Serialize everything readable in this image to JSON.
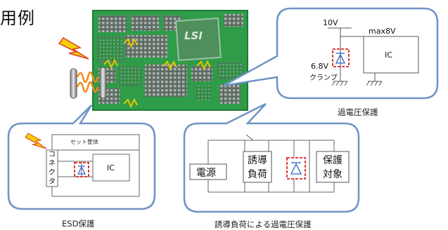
{
  "title": "用例",
  "pcb": {
    "chip_label": "LSI"
  },
  "overvoltage": {
    "supply": "10V",
    "ic_rating": "max8V",
    "ic": "IC",
    "clamp_voltage": "6.8V",
    "clamp_label": "クランプ",
    "caption": "過電圧保護"
  },
  "esd": {
    "chassis_label": "セット筐体",
    "connector": "コネクタ",
    "ic": "IC",
    "caption": "ESD保護"
  },
  "inductive": {
    "power": "電源",
    "load_line1": "誘導",
    "load_line2": "負荷",
    "target_line1": "保護",
    "target_line2": "対象",
    "caption": "誘導負荷による過電圧保護"
  },
  "colors": {
    "pcb": "#2a9a45",
    "frame": "#5b8ed0",
    "callout_border": "#7a9cc8",
    "tvs": "#2a64c8",
    "dashed": "#e02020",
    "lightning": "#f5d000"
  }
}
